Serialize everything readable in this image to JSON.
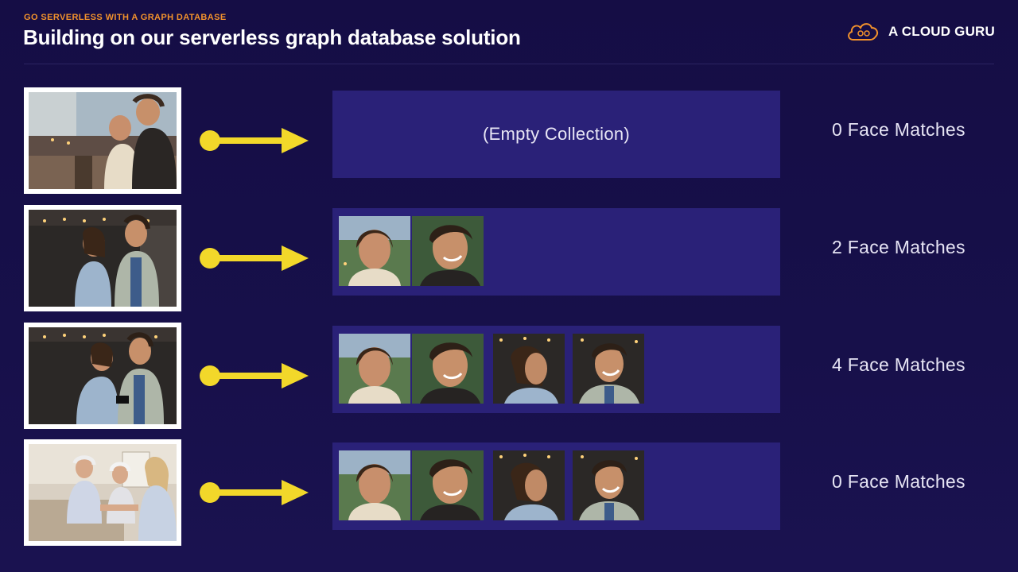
{
  "header": {
    "kicker": "GO SERVERLESS WITH A GRAPH DATABASE",
    "title": "Building on our serverless graph database solution",
    "brand": "A CLOUD GURU"
  },
  "colors": {
    "background": "#160f45",
    "panel": "#2a2178",
    "arrow": "#f2d82a",
    "kicker": "#f2922c"
  },
  "rows": [
    {
      "photo": "couple-walking-photo",
      "empty_label": "(Empty Collection)",
      "matches": "0 Face Matches"
    },
    {
      "photo": "couple-talking-photo",
      "matches": "2 Face Matches"
    },
    {
      "photo": "couple-laughing-photo",
      "matches": "4 Face Matches"
    },
    {
      "photo": "elderly-couple-handshake-photo",
      "matches": "0 Face Matches"
    }
  ]
}
